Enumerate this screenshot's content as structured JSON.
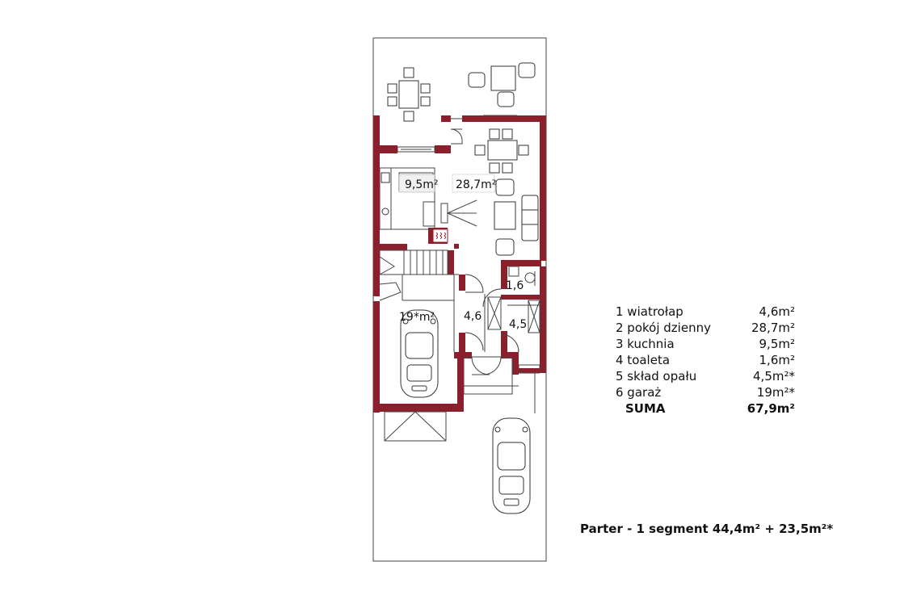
{
  "plan": {
    "room_labels": {
      "kitchen": "9,5m²",
      "living": "28,7m²",
      "garage": "19*m²",
      "vestibule": "4,6",
      "toilet": "1,6",
      "storage": "4,5"
    },
    "colors": {
      "wall": "#8b1f2b",
      "line": "#444444",
      "furniture": "#333333"
    }
  },
  "legend": {
    "rows": [
      {
        "name": "1 wiatrołap",
        "area": "4,6m²"
      },
      {
        "name": "2 pokój dzienny",
        "area": "28,7m²"
      },
      {
        "name": "3 kuchnia",
        "area": "9,5m²"
      },
      {
        "name": "4 toaleta",
        "area": "1,6m²"
      },
      {
        "name": "5 skład opału",
        "area": "4,5m²*"
      },
      {
        "name": "6 garaż",
        "area": "19m²*"
      }
    ],
    "total": {
      "name": "SUMA",
      "area": "67,9m²"
    }
  },
  "summary": "Parter - 1 segment 44,4m² + 23,5m²*"
}
